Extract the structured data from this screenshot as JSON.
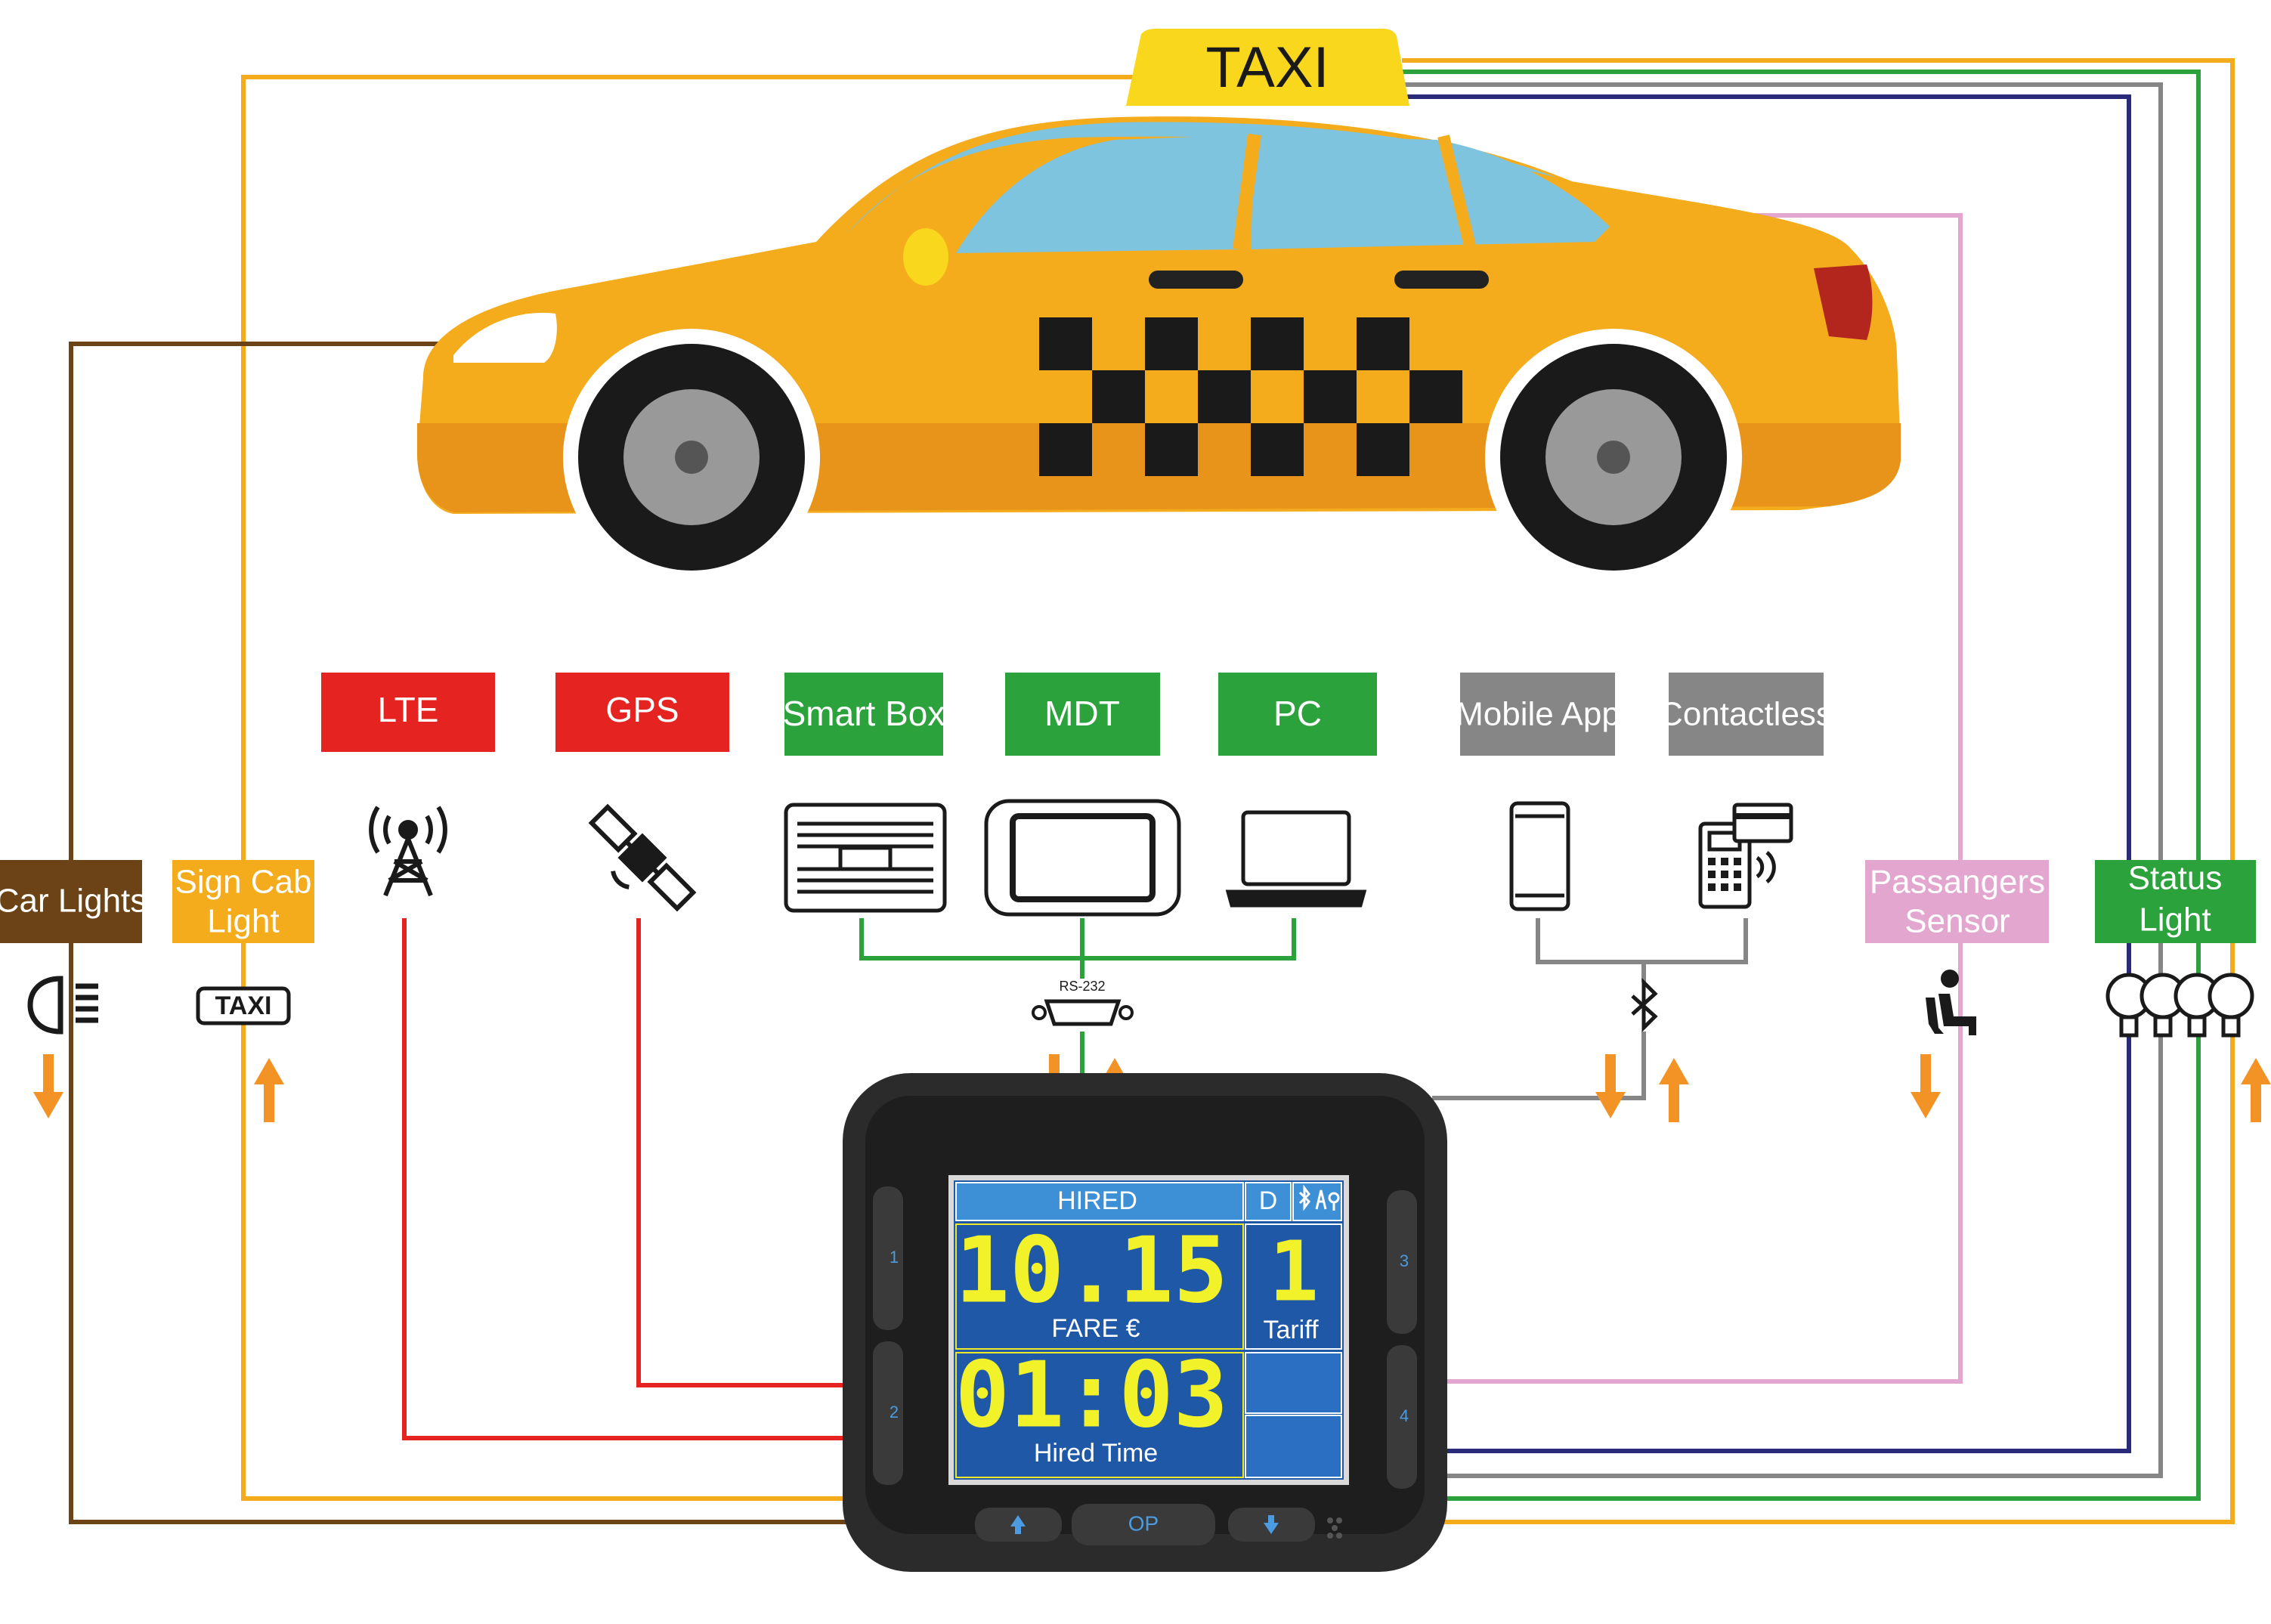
{
  "colors": {
    "taxi_yellow": "#f4ab1c",
    "taxi_dark": "#e8941a",
    "window_blue": "#7fc4de",
    "lte_gps_red": "#e52421",
    "green": "#2ca23c",
    "grey": "#868686",
    "pink": "#e2a6cf",
    "brown": "#6b4316",
    "sign_orange": "#f4ab1c",
    "navy": "#2a2a7a",
    "arrow_orange": "#f39325",
    "lcd_blue": "#1f58a7",
    "lcd_header": "#3d8fd6"
  },
  "car": {
    "roof_sign": "TAXI"
  },
  "modules": {
    "lte": "LTE",
    "gps": "GPS",
    "smart_box": "Smart Box",
    "mdt": "MDT",
    "pc": "PC",
    "mobile_app": "Mobile App",
    "contactless": "Contactless"
  },
  "side_labels": {
    "car_lights": "Car Lights",
    "sign_cab_light": [
      "Sign Cab",
      "Light"
    ],
    "passengers_sensor": [
      "Passangers",
      "Sensor"
    ],
    "status_light": [
      "Status",
      "Light"
    ]
  },
  "sign_icon_text": "TAXI",
  "connectors": {
    "rs232": "RS-232"
  },
  "meter": {
    "status": "HIRED",
    "mode": "D",
    "fare_value": "10.15",
    "fare_label": "FARE €",
    "tariff_value": "1",
    "tariff_label": "Tariff",
    "time_value": "01:03",
    "time_label": "Hired Time",
    "button_op": "OP",
    "side_buttons": [
      "1",
      "2",
      "3",
      "4"
    ]
  }
}
